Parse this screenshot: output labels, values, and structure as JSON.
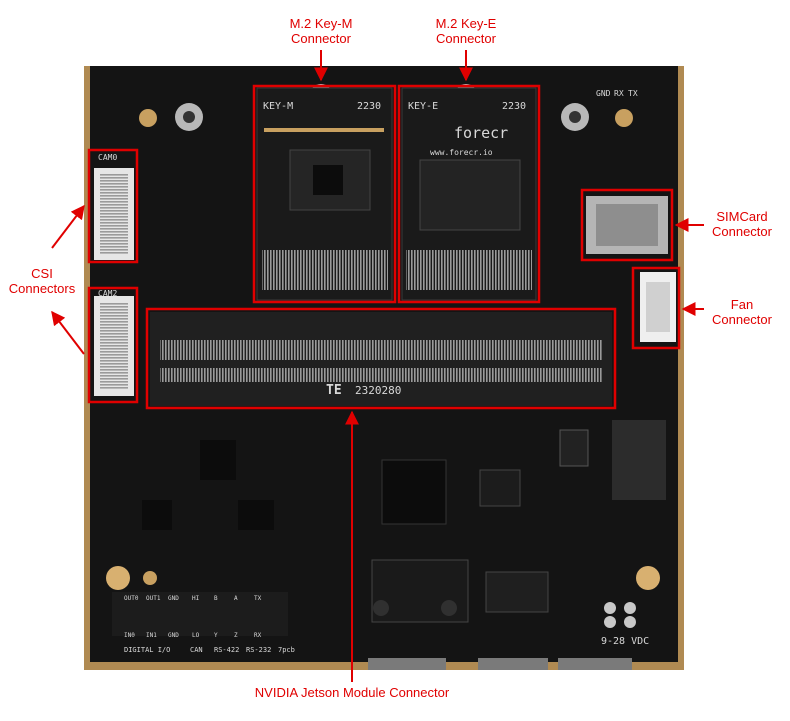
{
  "labels": {
    "m2_keym": [
      "M.2 Key-M",
      "Connector"
    ],
    "m2_keye": [
      "M.2 Key-E",
      "Connector"
    ],
    "simcard": [
      "SIMCard",
      "Connector"
    ],
    "fan": [
      "Fan",
      "Connector"
    ],
    "csi": [
      "CSI",
      "Connectors"
    ],
    "jetson": "NVIDIA Jetson Module Connector"
  },
  "silkscreen": {
    "cam0": "CAM0",
    "cam2": "CAM2",
    "key_m": "KEY-M",
    "key_m_size": "2230",
    "key_e": "KEY-E",
    "key_e_size": "2230",
    "brand": "forecr",
    "url": "www.forecr.io",
    "te": "TE",
    "te_part": "2320280",
    "gnd": "GND",
    "rx": "RX",
    "tx": "TX",
    "voltage": "9-28 VDC",
    "digital_io": "DIGITAL I/O",
    "can": "CAN",
    "rs422": "RS-422",
    "rs232": "RS-232",
    "io_top": [
      "OUT0",
      "OUT1",
      "GND",
      "HI",
      "B",
      "A",
      "TX"
    ],
    "io_bottom": [
      "IN0",
      "IN1",
      "GND",
      "LO",
      "Y",
      "Z",
      "RX"
    ],
    "version": "7pcb"
  },
  "colors": {
    "accent": "#e00000",
    "board": "#141414",
    "background": "#ffffff"
  }
}
